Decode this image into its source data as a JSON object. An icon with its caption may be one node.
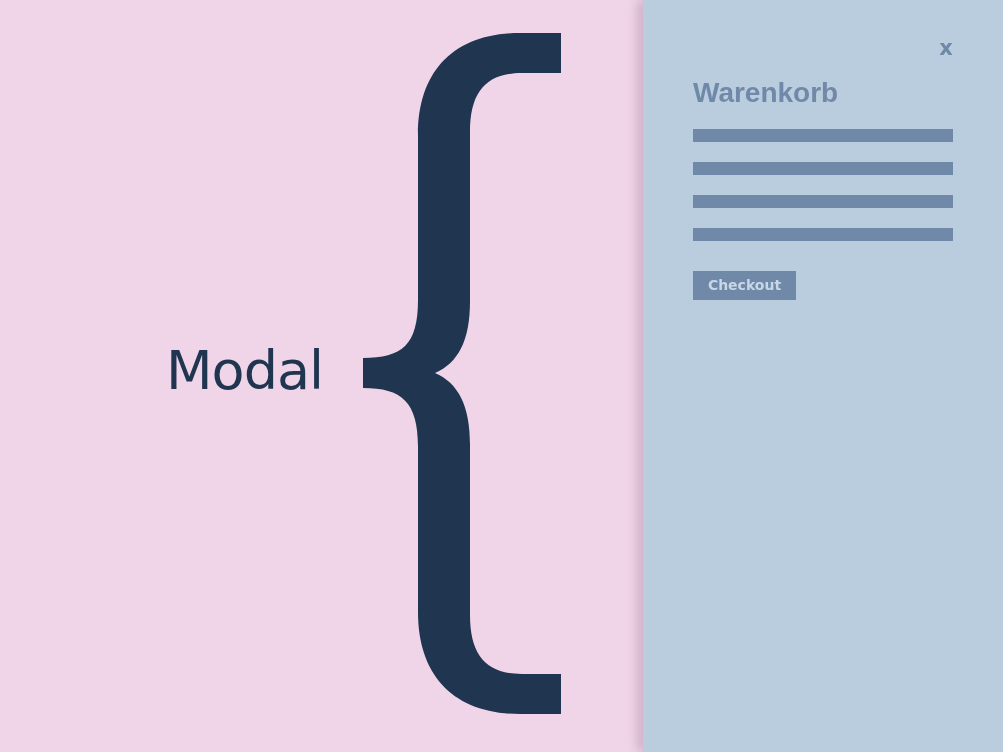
{
  "diagram": {
    "nodes": [
      {
        "text": [],
        "shape": "brace",
        "beside": [
          "Modal"
        ]
      },
      {
        "text": [
          "x",
          "Warenkorb"
        ]
      },
      {
        "text": [
          "Checkout"
        ],
        "in": 1
      }
    ]
  }
}
